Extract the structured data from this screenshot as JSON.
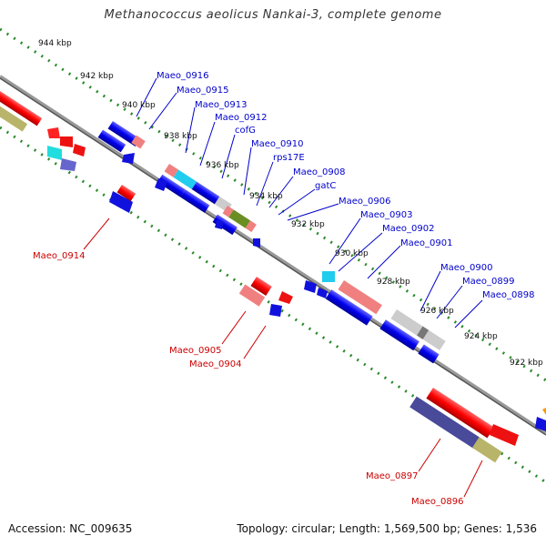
{
  "title": "Methanococcus aeolicus Nankai-3, complete genome",
  "accession": "Accession: NC_009635",
  "summary": "Topology: circular; Length: 1,569,500 bp; Genes: 1,536",
  "colors": {
    "backbone": "#888888",
    "tick": "#2a8a2a",
    "label_top": "#0000cc",
    "label_bottom": "#cc0000"
  },
  "kbp_marks": [
    "944 kbp",
    "942 kbp",
    "940 kbp",
    "938 kbp",
    "936 kbp",
    "934 kbp",
    "932 kbp",
    "930 kbp",
    "928 kbp",
    "926 kbp",
    "924 kbp",
    "922 kbp"
  ],
  "top_labels": [
    "Maeo_0916",
    "Maeo_0915",
    "Maeo_0913",
    "Maeo_0912",
    "cofG",
    "Maeo_0910",
    "rps17E",
    "Maeo_0908",
    "gatC",
    "Maeo_0906",
    "Maeo_0903",
    "Maeo_0902",
    "Maeo_0901",
    "Maeo_0900",
    "Maeo_0899",
    "Maeo_0898"
  ],
  "bottom_labels": [
    "Maeo_0914",
    "Maeo_0905",
    "Maeo_0904",
    "Maeo_0897",
    "Maeo_0896"
  ]
}
